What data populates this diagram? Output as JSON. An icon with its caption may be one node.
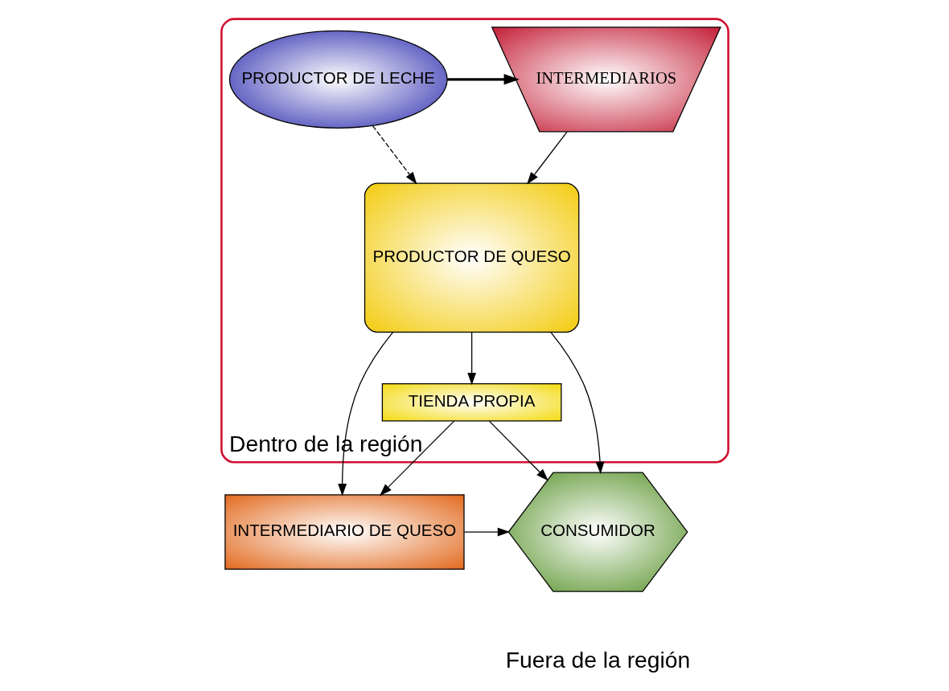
{
  "diagram": {
    "nodes": [
      {
        "text": [
          "Dentro de la región"
        ]
      },
      {
        "text": [
          "PRODUCTOR DE LECHE"
        ],
        "in": 0
      },
      {
        "text": [
          "INTERMEDIARIOS"
        ],
        "in": 0
      },
      {
        "text": [
          "PRODUCTOR DE QUESO"
        ],
        "in": 0
      },
      {
        "text": [
          "TIENDA PROPIA"
        ],
        "in": 0
      },
      {
        "text": [
          "CONSUMIDOR"
        ]
      },
      {
        "text": [
          "INTERMEDIARIO DE QUESO"
        ]
      }
    ],
    "edges": [
      {
        "from": 1,
        "to": 2,
        "arrow": "to",
        "style": "thick"
      },
      {
        "from": 1,
        "to": 3,
        "arrow": "to",
        "style": "dashed"
      },
      {
        "from": 2,
        "to": 3,
        "arrow": "to"
      },
      {
        "from": 3,
        "to": 4,
        "arrow": "to"
      },
      {
        "from": 3,
        "to": 5,
        "arrow": "to"
      },
      {
        "from": 4,
        "to": 5,
        "arrow": "to"
      },
      {
        "from": 4,
        "to": 6,
        "arrow": "to"
      },
      {
        "from": 3,
        "to": 6,
        "arrow": "to"
      },
      {
        "from": 6,
        "to": 5,
        "arrow": "to"
      }
    ],
    "labels": [
      "Fuera de la región"
    ]
  }
}
